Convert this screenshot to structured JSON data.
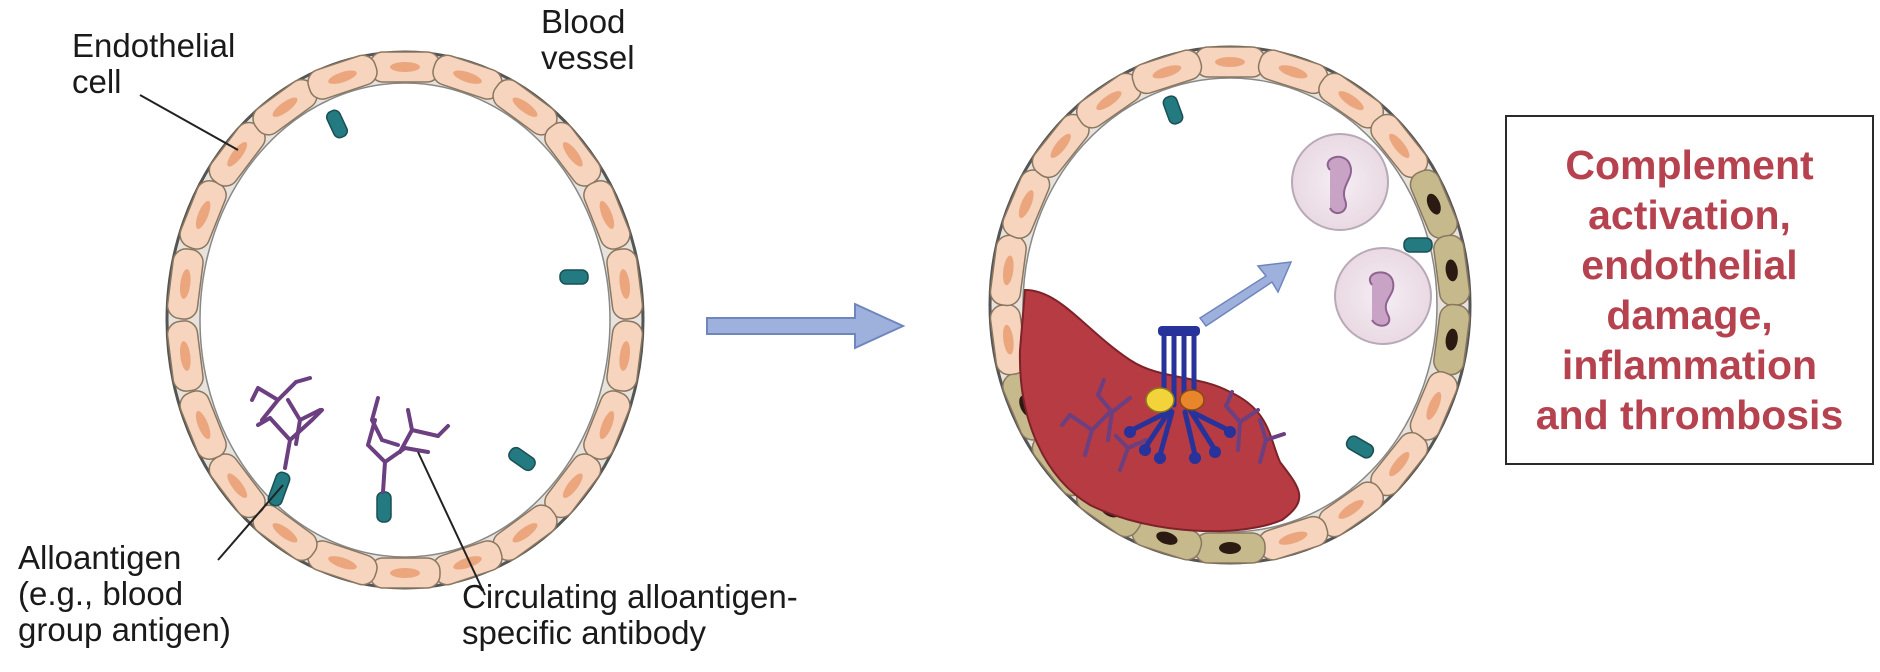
{
  "labels": {
    "endothelial_cell": [
      "Endothelial",
      "cell"
    ],
    "blood_vessel": [
      "Blood",
      "vessel"
    ],
    "alloantigen": [
      "Alloantigen",
      "(e.g., blood",
      "group antigen)"
    ],
    "antibody": [
      "Circulating alloantigen-",
      "specific antibody"
    ]
  },
  "outcome": [
    "Complement",
    "activation,",
    "endothelial",
    "damage,",
    "inflammation",
    "and thrombosis"
  ],
  "colors": {
    "vessel_wall": "#e7e3dc",
    "endothelial_cell": "#f6d4bd",
    "nucleus": "#eca67e",
    "damaged_cell": "#c6b98c",
    "damaged_nucleus": "#2a1a12",
    "alloantigen": "#237a80",
    "antibody": "#6b3f80",
    "complement": "#27329a",
    "thrombus": "#b63b42",
    "arrow": "#9eb1dd",
    "outcome_text": "#b5424e"
  }
}
